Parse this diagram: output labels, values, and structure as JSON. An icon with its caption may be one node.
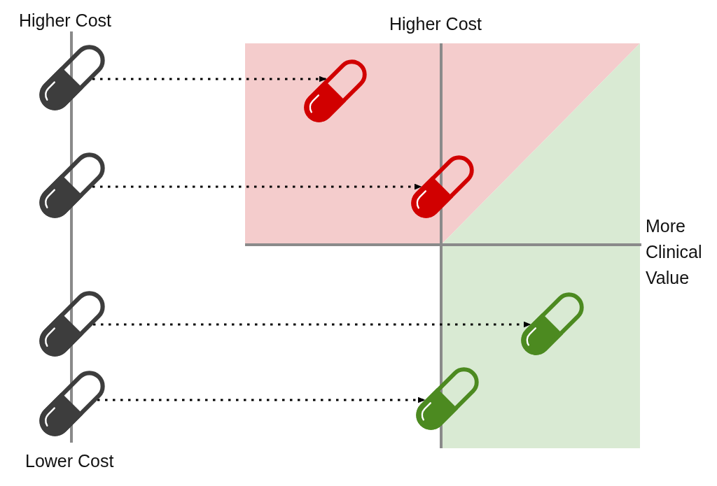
{
  "diagram": {
    "nodes": [
      {
        "text": [],
        "shape": "picture"
      },
      {
        "text": [],
        "shape": "picture"
      },
      {
        "text": [],
        "shape": "picture"
      },
      {
        "text": [],
        "shape": "picture"
      },
      {
        "text": [],
        "shape": "picture"
      },
      {
        "text": [],
        "shape": "picture"
      },
      {
        "text": [],
        "shape": "picture"
      },
      {
        "text": [],
        "shape": "picture"
      }
    ],
    "edges": [
      {
        "from": 0,
        "to": 1,
        "arrow": "to",
        "style": "dashed"
      },
      {
        "from": 2,
        "to": 3,
        "arrow": "to",
        "style": "dashed"
      },
      {
        "from": 4,
        "to": 5,
        "arrow": "to",
        "style": "dashed"
      },
      {
        "from": 6,
        "to": 7,
        "arrow": "to",
        "style": "dashed"
      }
    ],
    "labels": [
      "Higher Cost",
      "Higher Cost",
      "More Clinical Value",
      "Lower Cost"
    ]
  }
}
